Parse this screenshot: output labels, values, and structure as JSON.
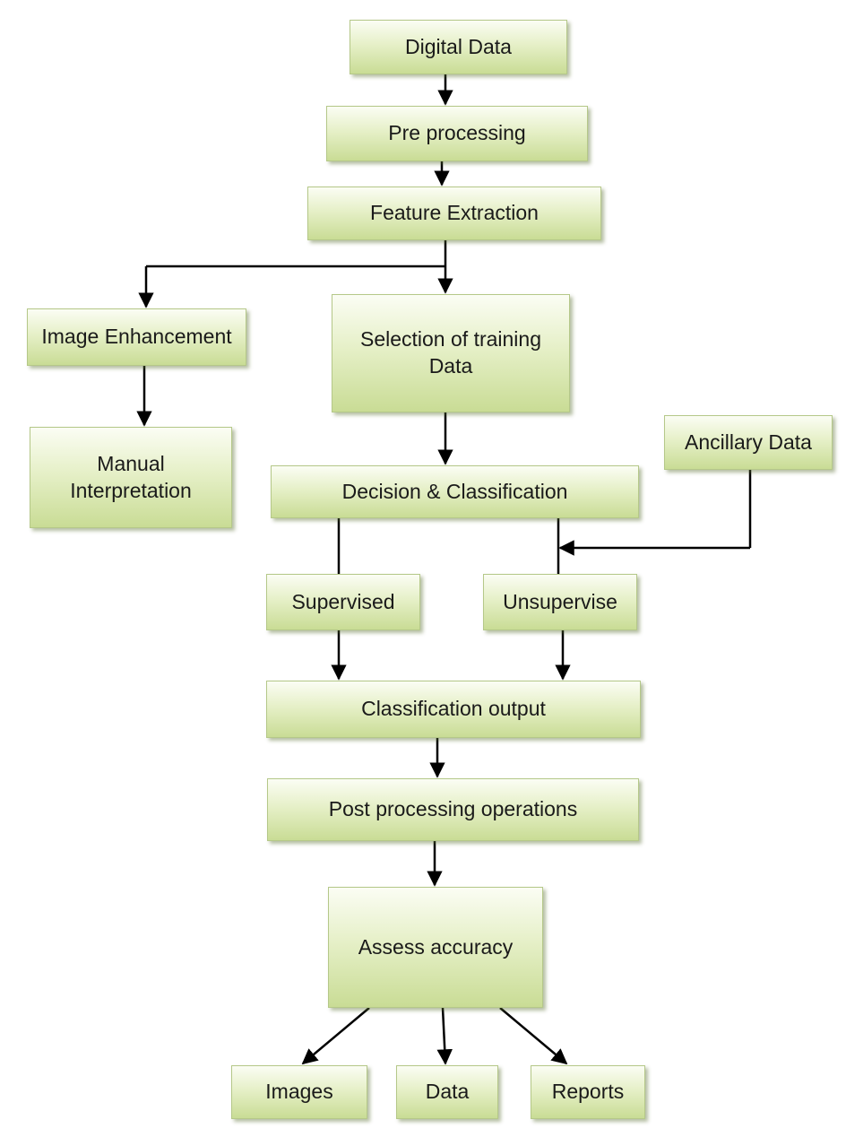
{
  "diagram": {
    "nodes": {
      "digital_data": "Digital Data",
      "pre_processing": "Pre processing",
      "feature_extraction": "Feature Extraction",
      "image_enhancement": "Image Enhancement",
      "selection_training": "Selection of training\nData",
      "manual_interpretation": "Manual\nInterpretation",
      "ancillary_data": "Ancillary Data",
      "decision_classification": "Decision & Classification",
      "supervised": "Supervised",
      "unsupervise": "Unsupervise",
      "classification_output": "Classification output",
      "post_processing": "Post processing operations",
      "assess_accuracy": "Assess accuracy",
      "images": "Images",
      "data": "Data",
      "reports": "Reports"
    },
    "colors": {
      "box_top": "#fbfdf4",
      "box_bottom": "#c9dc95",
      "box_border": "#b5c889",
      "line": "#000000"
    }
  }
}
